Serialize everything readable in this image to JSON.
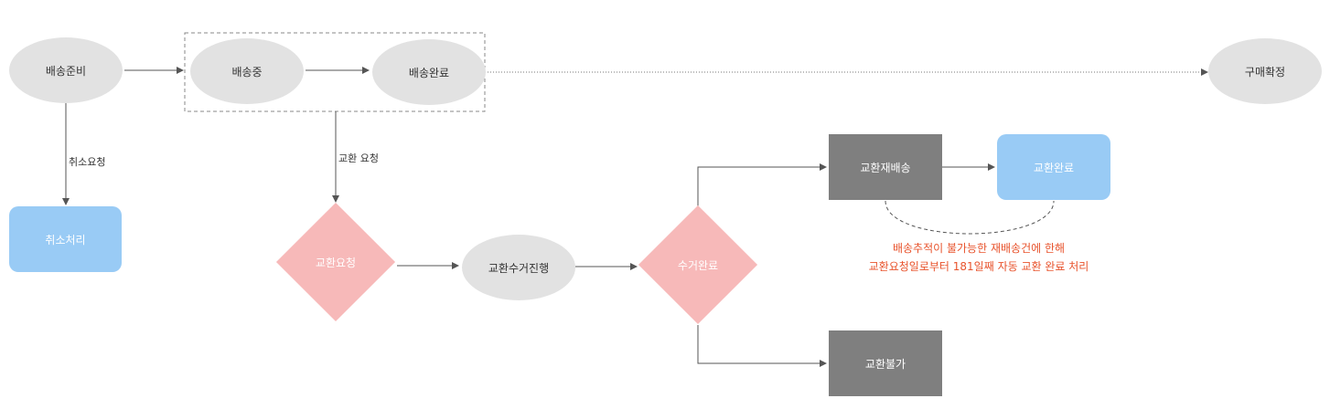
{
  "nodes": {
    "shipping_ready": "배송준비",
    "shipping": "배송중",
    "delivered": "배송완료",
    "purchase_confirmed": "구매확정",
    "cancel_processed": "취소처리",
    "exchange_request_decision": "교환요청",
    "exchange_pickup_in_progress": "교환수거진행",
    "pickup_complete_decision": "수거완료",
    "exchange_reshipment": "교환재배송",
    "exchange_complete": "교환완료",
    "exchange_not_possible": "교환불가"
  },
  "edge_labels": {
    "cancel_request": "취소요청",
    "exchange_request": "교환 요청"
  },
  "note": {
    "line1": "배송추적이 불가능한 재배송건에 한해",
    "line2": "교환요청일로부터 181일째 자동 교환 완료 처리",
    "color": "#e8532c"
  },
  "colors": {
    "ellipse": "#e2e2e2",
    "blue_box": "#99cbf5",
    "gray_box": "#7f7f7f",
    "diamond": "#f7b9b9",
    "line": "#555555"
  }
}
